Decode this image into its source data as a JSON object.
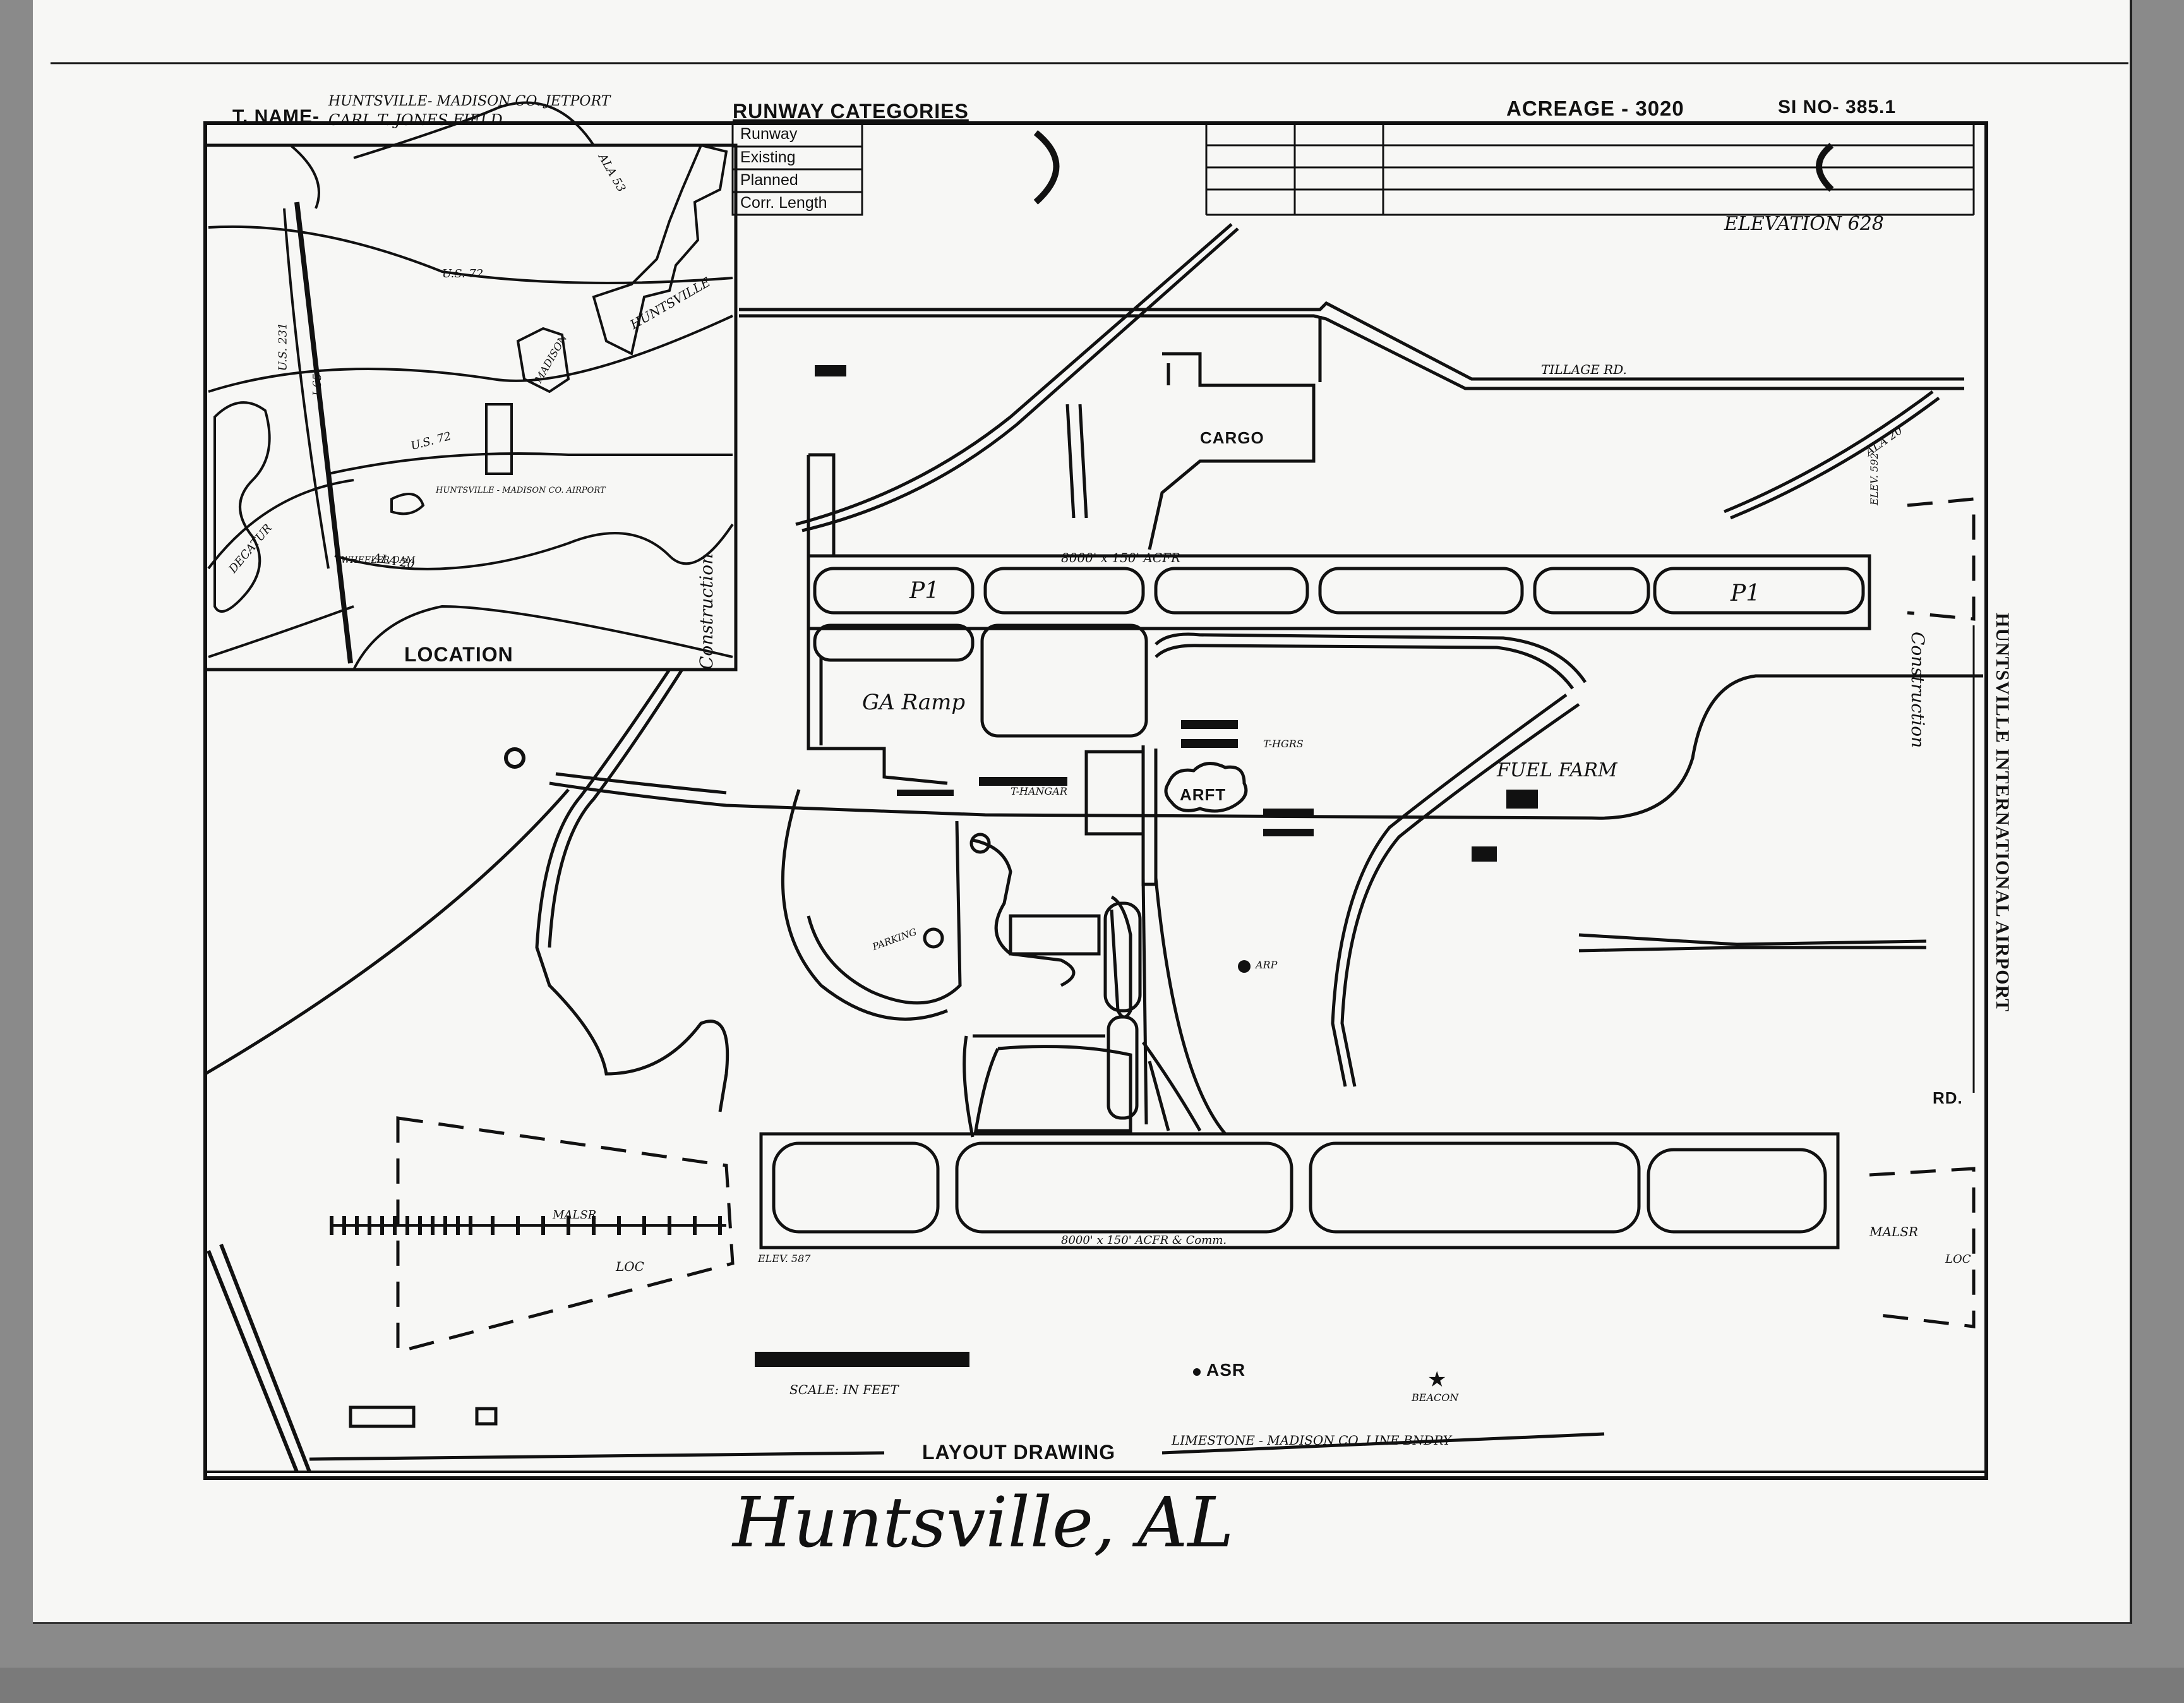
{
  "header": {
    "name_label": "T. NAME-",
    "name_line1": "HUNTSVILLE- MADISON CO. JETPORT",
    "name_line2": "CARL T. JONES FIELD",
    "runway_categories_title": "RUNWAY CATEGORIES",
    "runway_rows": [
      "Runway",
      "Existing",
      "Planned",
      "Corr. Length"
    ],
    "acreage": "ACREAGE - 3020",
    "site_no": "SI  NO- 385.1",
    "elevation": "ELEVATION 628"
  },
  "location_map": {
    "label": "LOCATION",
    "roads": [
      "U.S. 72",
      "ALA 53",
      "U.S. 72",
      "U.S. 231",
      "I-65",
      "ALA 20"
    ],
    "places": [
      "HUNTSVILLE",
      "MADISON",
      "DECATUR",
      "HUNTSVILLE - MADISON CO. AIRPORT",
      "WHEELER DAM"
    ]
  },
  "labels": {
    "cargo": "CARGO",
    "p1_left": "P1",
    "p1_right": "P1",
    "runway_north": "8000' x 150' ACFR",
    "runway_south": "8000' x 150' ACFR & Comm.",
    "ga_ramp": "GA Ramp",
    "fuel_farm": "FUEL FARM",
    "arft": "ARFT",
    "t_hangar": "T-HGRS",
    "t_hangar2": "T-HANGAR",
    "parking": "PARKING",
    "arp": "ARP",
    "asr": "ASR",
    "beacon": "BEACON",
    "loc_left": "LOC",
    "loc_right": "LOC",
    "malsr_left": "MALSR",
    "malsr_right": "MALSR",
    "construction_left": "Construction",
    "construction_right": "Construction",
    "tillage_road": "TILLAGE RD.",
    "ala20": "ALA 20",
    "rd": "RD.",
    "elev_592": "ELEV. 592",
    "elev_587": "ELEV. 587",
    "scale": "SCALE: IN FEET",
    "layout_drawing": "LAYOUT DRAWING",
    "boundary_note": "LIMESTONE - MADISON CO. LINE BNDRY",
    "side_title": "HUNTSVILLE INTERNATIONAL AIRPORT",
    "handwritten_city": "Huntsville, AL"
  },
  "colors": {
    "paper": "#f7f7f5",
    "ink": "#111111",
    "background": "#8a8a8a"
  }
}
